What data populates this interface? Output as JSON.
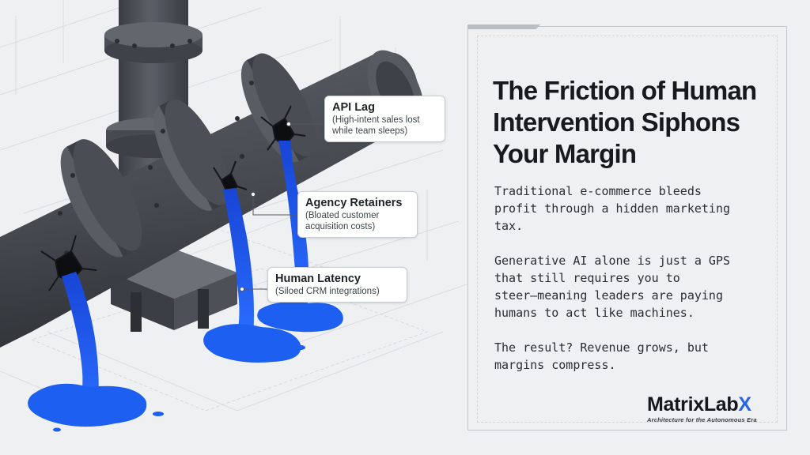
{
  "callouts": {
    "api": {
      "title": "API Lag",
      "subtitle": "(High-intent sales lost\nwhile team sleeps)"
    },
    "agency": {
      "title": "Agency Retainers",
      "subtitle": "(Bloated customer\nacquisition costs)"
    },
    "human": {
      "title": "Human Latency",
      "subtitle": "(Siloed CRM integrations)"
    }
  },
  "panel": {
    "title": "The Friction of Human Intervention Siphons Your Margin",
    "paragraphs": [
      "Traditional e-commerce bleeds\nprofit through a hidden marketing\ntax.",
      "Generative AI alone is just a GPS\nthat still requires you to\nsteer—meaning leaders are paying\nhumans to act like machines.",
      "The result? Revenue grows, but\nmargins compress."
    ]
  },
  "logo": {
    "name_main": "MatrixLab",
    "name_accent": "X",
    "tagline": "Architecture for the Autonomous Era"
  },
  "colors": {
    "background": "#eef0f1",
    "pipe": "#4b4f55",
    "pipe_dark": "#2e3136",
    "leak_blue": "#1d5ff0",
    "accent": "#2563eb",
    "text": "#17191c"
  },
  "icons": [
    "pipe-illustration",
    "leak-puddle-icon",
    "crack-icon"
  ]
}
